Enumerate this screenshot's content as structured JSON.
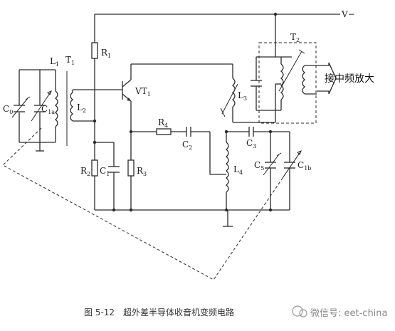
{
  "labels": {
    "v_supply": "V",
    "v_supply_sign": "−",
    "L1": "L",
    "L1_sub": "1",
    "T1": "T",
    "T1_sub": "1",
    "T2": "T",
    "T2_sub": "2",
    "C0": "C",
    "C0_sub": "0",
    "C1a": "C",
    "C1a_sub": "1a",
    "L2": "L",
    "L2_sub": "2",
    "R1": "R",
    "R1_sub": "1",
    "VT1": "VT",
    "VT1_sub": "1",
    "L3": "L",
    "L3_sub": "3",
    "R4": "R",
    "R4_sub": "4",
    "C2": "C",
    "C2_sub": "2",
    "C3": "C",
    "C3_sub": "3",
    "R2": "R",
    "R2_sub": "2",
    "C1": "C",
    "C1_sub": "1",
    "R3": "R",
    "R3_sub": "3",
    "L4": "L",
    "L4_sub": "4",
    "C5": "C",
    "C5_sub": "5",
    "C1b": "C",
    "C1b_sub": "1b",
    "output": "接中频放大"
  },
  "caption": "图 5-12　超外差半导体收音机变频电路",
  "watermark": "微信号: eet-china"
}
